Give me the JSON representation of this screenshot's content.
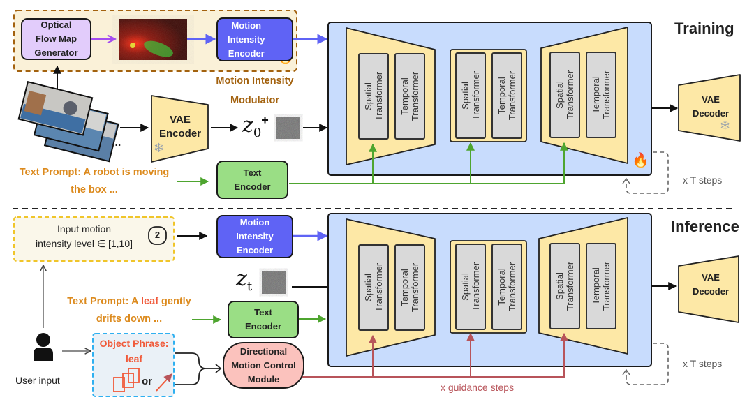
{
  "sections": {
    "training": "Training",
    "inference": "Inference"
  },
  "training": {
    "optical_flow": {
      "line1": "Optical",
      "line2": "Flow Map",
      "line3": "Generator"
    },
    "motion_encoder": {
      "line1": "Motion",
      "line2": "Intensity",
      "line3": "Encoder"
    },
    "modulator_label": {
      "line1": "Motion Intensity",
      "line2": "Modulator"
    },
    "vae_encoder": {
      "line1": "VAE",
      "line2": "Encoder"
    },
    "latent": {
      "symbol": "z",
      "sub": "0",
      "plus": "+"
    },
    "text_prompt": {
      "line1": "Text Prompt: A robot is moving",
      "line2": "the box ..."
    },
    "text_encoder": {
      "line1": "Text",
      "line2": "Encoder"
    },
    "vae_decoder": {
      "line1": "VAE",
      "line2": "Decoder"
    },
    "steps_label": "x T steps",
    "ellipsis": "..."
  },
  "inference": {
    "motion_input": {
      "line1": "Input motion",
      "line2": "intensity level ∈ [1,10]",
      "value": "2"
    },
    "motion_encoder": {
      "line1": "Motion",
      "line2": "Intensity",
      "line3": "Encoder"
    },
    "latent": {
      "symbol": "z",
      "sub": "t"
    },
    "text_prompt": {
      "pre": "Text Prompt: A ",
      "highlight": "leaf",
      "post": " gently",
      "line2": "drifts down ..."
    },
    "text_encoder": {
      "line1": "Text",
      "line2": "Encoder"
    },
    "object_phrase": {
      "line1": "Object Phrase:",
      "line2": "leaf",
      "or": "or"
    },
    "user_label": "User input",
    "dmc_module": {
      "line1": "Directional",
      "line2": "Motion Control",
      "line3": "Module"
    },
    "guidance_label": "x guidance steps",
    "vae_decoder": {
      "line1": "VAE",
      "line2": "Decoder"
    },
    "steps_label": "x T steps"
  },
  "unet": {
    "spatial": "Spatial\nTransformer",
    "temporal": "Temporal\nTransformer"
  },
  "colors": {
    "purple_arrow": "#a44cf0",
    "blue_arrow": "#5f63f5",
    "green_arrow": "#4ea52f",
    "red_arrow": "#b8545a",
    "unet_bg": "#c8dcfd",
    "block_yellow": "#fde8a6"
  },
  "icons": {
    "fire": "fire-icon",
    "snowflake": "snowflake-icon",
    "user": "user-icon",
    "bounding_boxes": "bounding-box-icon",
    "trajectory_arrow": "trajectory-arrow-icon"
  }
}
